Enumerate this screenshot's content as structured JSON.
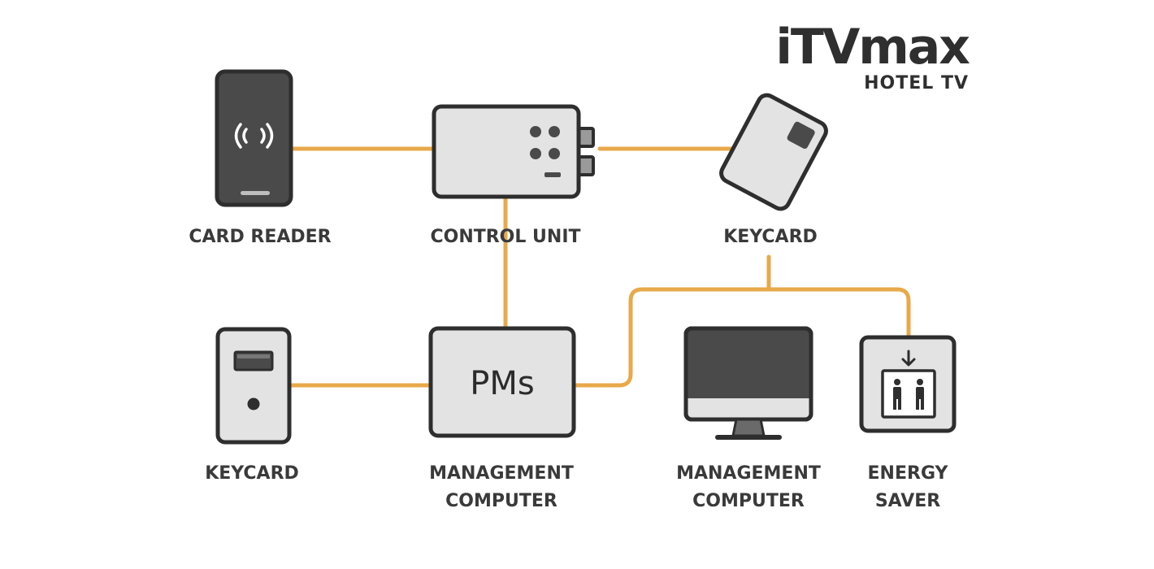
{
  "brand": {
    "name": "iTVmax",
    "tagline": "HOTEL TV"
  },
  "nodes": {
    "card_reader": {
      "label": "CARD READER"
    },
    "control_unit": {
      "label": "CONTROL UNIT"
    },
    "keycard_top": {
      "label": "KEYCARD"
    },
    "keycard_bottom": {
      "label": "KEYCARD"
    },
    "pms": {
      "screen_text": "PMs",
      "label_line1": "MANAGEMENT",
      "label_line2": "COMPUTER"
    },
    "monitor": {
      "label_line1": "MANAGEMENT",
      "label_line2": "COMPUTER"
    },
    "energy_saver": {
      "label_line1": "ENERGY",
      "label_line2": "SAVER"
    }
  },
  "connections": [
    {
      "from": "card_reader",
      "to": "control_unit"
    },
    {
      "from": "control_unit",
      "to": "keycard_top"
    },
    {
      "from": "control_unit",
      "to": "pms"
    },
    {
      "from": "keycard_bottom",
      "to": "pms"
    },
    {
      "from": "pms",
      "to": "keycard_top"
    },
    {
      "from": "keycard_top",
      "to": "energy_saver"
    }
  ],
  "icons": {
    "card_reader": "nfc-reader-icon",
    "control_unit": "control-box-icon",
    "keycard_top": "keycard-icon",
    "keycard_bottom": "keycard-terminal-icon",
    "pms": "pms-box-icon",
    "monitor": "monitor-icon",
    "energy_saver": "elevator-icon"
  },
  "colors": {
    "connector": "#e8a94a",
    "outline": "#2e2e2e",
    "device_fill": "#e3e3e3",
    "dark_device": "#4a4a4a",
    "text": "#3a3a3a"
  }
}
